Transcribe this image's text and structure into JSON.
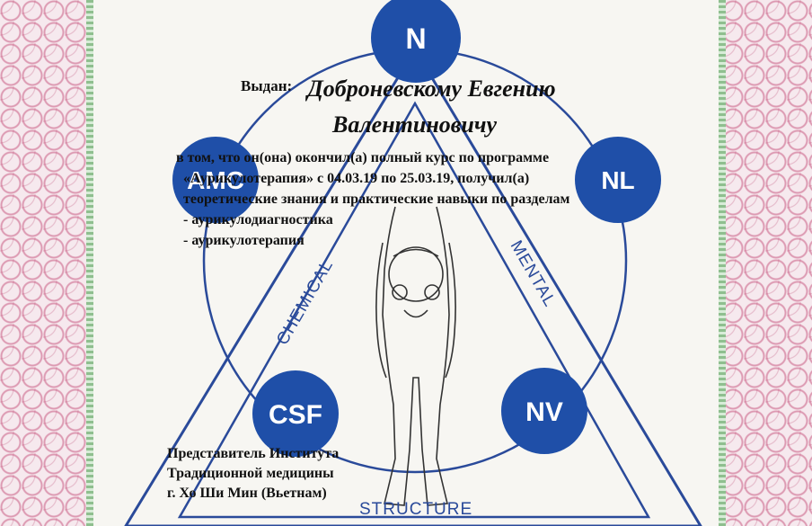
{
  "diagram": {
    "nodes": {
      "top": "N",
      "left": "AMC",
      "right": "NL",
      "bottom_left": "CSF",
      "bottom_right": "NV"
    },
    "sides": {
      "left": "CHEMICAL",
      "right": "MENTAL",
      "bottom": "STRUCTURE"
    },
    "colors": {
      "node_fill": "#1f4fa8",
      "outline": "#2a4a9a"
    }
  },
  "certificate": {
    "issued_label": "Выдан:",
    "name_line1": "Доброневскому Евгению",
    "name_line2": "Валентиновичу",
    "body_lines": [
      "в том, что он(она) окончил(а) полный курс по программе",
      "«Аурикулотерапия» с 04.03.19 по 25.03.19, получил(а)",
      "теоретические знания и практические навыки по разделам",
      "- аурикулодиагностика",
      "- аурикулотерапия"
    ],
    "representative_lines": [
      "Представитель Института",
      "Традиционной медицины",
      "г. Хо Ши Мин (Вьетнам)"
    ]
  }
}
